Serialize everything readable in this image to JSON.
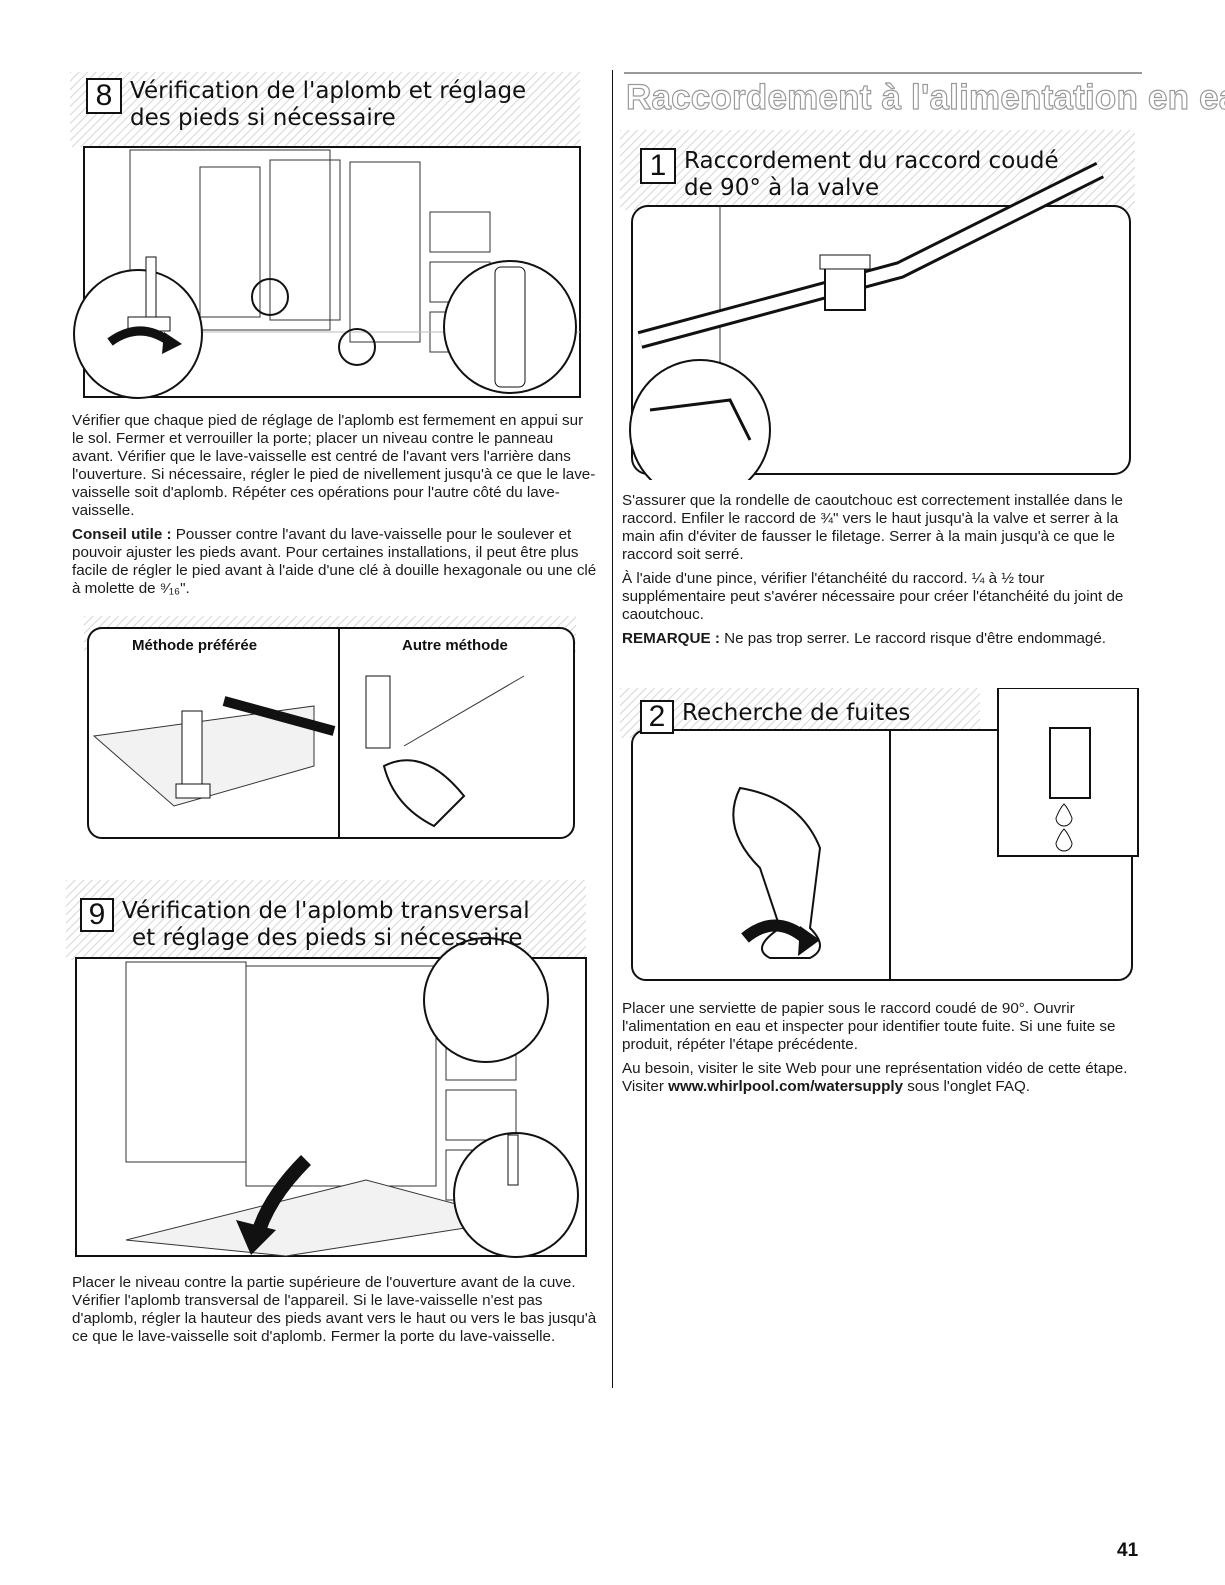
{
  "page": {
    "number": "41"
  },
  "left": {
    "step8": {
      "number": "8",
      "title_line1": "Vérification de l'aplomb et réglage",
      "title_line2": "des pieds si nécessaire",
      "paragraph": "Vérifier que chaque pied de réglage de l'aplomb est fermement en appui sur le sol. Fermer et verrouiller la porte; placer un niveau contre le panneau avant. Vérifier que le lave-vaisselle est centré de l'avant vers l'arrière dans l'ouverture. Si nécessaire, régler le pied de nivellement jusqu'à ce que le lave-vaisselle soit d'aplomb. Répéter ces opérations pour l'autre côté du lave-vaisselle.",
      "tip_label": "Conseil utile :",
      "tip_text": " Pousser contre l'avant du lave-vaisselle pour le soulever et pouvoir ajuster les pieds avant. Pour certaines installations, il peut être plus facile de régler le pied avant à l'aide d'une clé à douille hexagonale ou une clé à molette de ⁹⁄₁₆\".",
      "method_preferred": "Méthode préférée",
      "method_other": "Autre méthode"
    },
    "step9": {
      "number": "9",
      "title_line1": "Vérification de l'aplomb transversal",
      "title_line2": "et réglage des pieds si nécessaire",
      "paragraph": "Placer le niveau contre la partie supérieure de l'ouverture avant de la cuve. Vérifier l'aplomb transversal de l'appareil. Si le lave-vaisselle n'est pas d'aplomb, régler la hauteur des pieds avant vers le haut ou vers le bas jusqu'à ce que le lave-vaisselle soit d'aplomb. Fermer la porte du lave-vaisselle."
    }
  },
  "right": {
    "section_heading": "Raccordement à l'alimentation en eau",
    "step1": {
      "number": "1",
      "title_line1": "Raccordement du raccord coudé",
      "title_line2": "de 90° à la valve",
      "paragraph1": "S'assurer que la rondelle de caoutchouc est correctement installée dans le raccord. Enfiler le raccord de ¾\" vers le haut jusqu'à la valve et serrer à la main afin d'éviter de fausser le filetage. Serrer à la main jusqu'à ce que le raccord soit serré.",
      "paragraph2": "À l'aide d'une pince, vérifier l'étanchéité du raccord. ¼ à ½ tour supplémentaire peut s'avérer nécessaire pour créer l'étanchéité du joint de caoutchouc.",
      "note_label": "REMARQUE :",
      "note_text": " Ne pas trop serrer. Le raccord risque d'être endommagé."
    },
    "step2": {
      "number": "2",
      "title": "Recherche de fuites",
      "paragraph1": "Placer une serviette de papier sous le raccord coudé de 90°. Ouvrir l'alimentation en eau et inspecter pour identifier toute fuite. Si une fuite se produit, répéter l'étape précédente.",
      "paragraph2_pre": "Au besoin, visiter le site Web pour une représentation vidéo de cette étape. Visiter ",
      "link": "www.whirlpool.com/watersupply",
      "paragraph2_post": " sous l'onglet FAQ."
    }
  },
  "colors": {
    "ink": "#111111",
    "gray_hatch": "#cfcfcf",
    "heading_outline": "#9a9a9a"
  },
  "icons": [
    "rotate-arrow-icon",
    "water-drop-icon",
    "magnifier-circle-icon"
  ]
}
